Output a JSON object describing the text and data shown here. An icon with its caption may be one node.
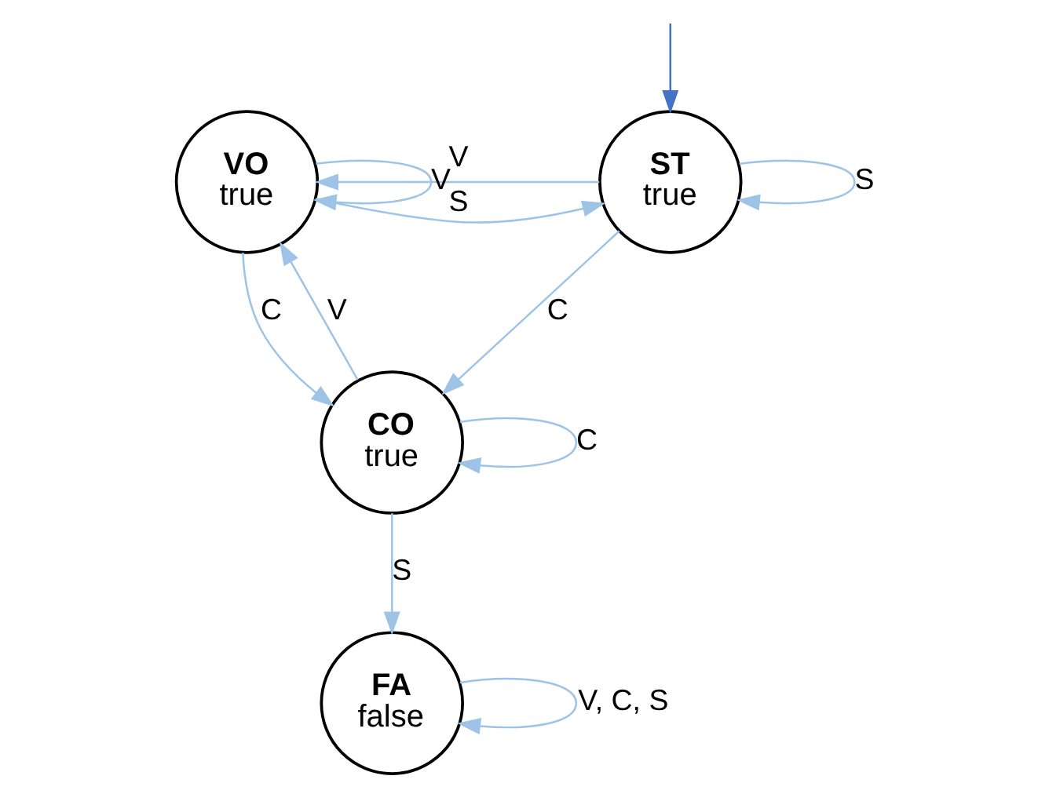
{
  "diagram": {
    "nodes": [
      {
        "text": [
          "ST",
          "true"
        ]
      },
      {
        "text": [
          "CO",
          "true"
        ]
      },
      {
        "text": [
          "VO",
          "true"
        ]
      },
      {
        "text": [
          "FA",
          "false"
        ]
      }
    ],
    "edges": [
      {
        "from": null,
        "to": 0,
        "arrow": "to",
        "color": "#4472c4"
      },
      {
        "from": 0,
        "to": 0,
        "arrow": "to",
        "label": "S"
      },
      {
        "from": 0,
        "to": 1,
        "arrow": "to",
        "label": "C"
      },
      {
        "from": 0,
        "to": 2,
        "arrow": "to",
        "label": "V"
      },
      {
        "from": 1,
        "to": 1,
        "arrow": "to",
        "label": "C"
      },
      {
        "from": 1,
        "to": 2,
        "arrow": "to",
        "label": "V"
      },
      {
        "from": 2,
        "to": 1,
        "arrow": "to",
        "label": "C"
      },
      {
        "from": 2,
        "to": 2,
        "arrow": "to",
        "label": "V"
      },
      {
        "from": 2,
        "to": 0,
        "arrow": "to",
        "label": "S"
      },
      {
        "from": 1,
        "to": 3,
        "arrow": "to",
        "label": "S"
      },
      {
        "from": 3,
        "to": 3,
        "arrow": "to",
        "label": "V, C, S"
      }
    ]
  }
}
